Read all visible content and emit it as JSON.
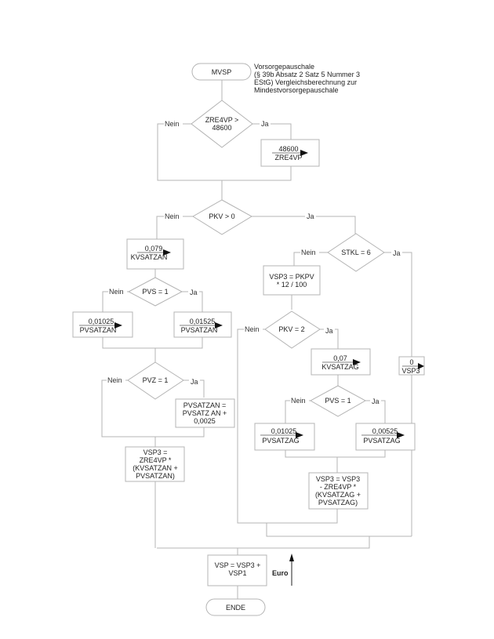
{
  "diagram": {
    "start": {
      "label": "MVSP"
    },
    "description": [
      "Vorsorgepauschale",
      "(§ 39b Absatz 2 Satz 5 Nummer 3",
      "EStG) Vergleichsberechnung zur",
      "Mindestvorsorgepauschale"
    ],
    "yes_label": "Ja",
    "no_label": "Nein",
    "decisions": {
      "zre4vp": [
        "ZRE4VP >",
        "48600"
      ],
      "pkv_gt0": [
        "PKV > 0"
      ],
      "pvs_left": [
        "PVS = 1"
      ],
      "pvz": [
        "PVZ = 1"
      ],
      "stkl": [
        "STKL = 6"
      ],
      "pkv_eq2": [
        "PKV = 2"
      ],
      "pvs_right": [
        "PVS = 1"
      ]
    },
    "assignments": {
      "zre4vp_cap": {
        "value": "48600",
        "target": "ZRE4VP"
      },
      "kvsatzan": {
        "value": "0,079",
        "target": "KVSATZAN"
      },
      "pvsatzan_no": {
        "value": "0,01025",
        "target": "PVSATZAN"
      },
      "pvsatzan_yes": {
        "value": "0,01525",
        "target": "PVSATZAN"
      },
      "kvsatzag": {
        "value": "0,07",
        "target": "KVSATZAG"
      },
      "pvsatzag_no": {
        "value": "0,01025",
        "target": "PVSATZAG"
      },
      "pvsatzag_yes": {
        "value": "0,00525",
        "target": "PVSATZAG"
      },
      "vsp3_zero": {
        "value": "0",
        "target": "VSP3"
      }
    },
    "processes": {
      "pvsatzan_add": [
        "PVSATZAN =",
        "PVSATZ AN +",
        "0,0025"
      ],
      "vsp3_left": [
        "VSP3 =",
        "ZRE4VP *",
        "(KVSATZAN +",
        "PVSATZAN)"
      ],
      "vsp3_pkpv": [
        "VSP3 = PKPV",
        "* 12 / 100"
      ],
      "vsp3_right": [
        "VSP3 = VSP3",
        "- ZRE4VP *",
        "(KVSATZAG +",
        "PVSATZAG)"
      ],
      "vsp_final": [
        "VSP = VSP3 +",
        "VSP1"
      ]
    },
    "unit_label": "Euro",
    "end": {
      "label": "ENDE"
    }
  }
}
